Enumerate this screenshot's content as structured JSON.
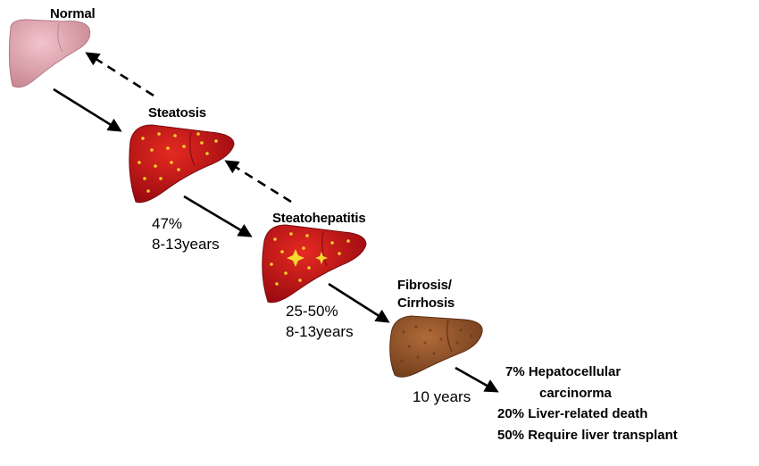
{
  "stages": {
    "normal": "Normal",
    "steatosis": "Steatosis",
    "steatohepatitis": "Steatohepatitis",
    "fibrosis_line1": "Fibrosis/",
    "fibrosis_line2": "Cirrhosis"
  },
  "transitions": {
    "steatosis_pct": "47%",
    "steatosis_years": "8-13years",
    "steatohepatitis_pct": "25-50%",
    "steatohepatitis_years": "8-13years",
    "fibrosis_years": "10 years"
  },
  "outcomes": {
    "line1": "7% Hepatocellular",
    "line2": "carcinorma",
    "line3": "20% Liver-related death",
    "line4": "50% Require liver transplant"
  },
  "colors": {
    "normal_liver": "#e3aab4",
    "steatosis_liver": "#c8101a",
    "fat_dots": "#f2d02a",
    "cirrhosis_liver": "#8b4f26"
  }
}
